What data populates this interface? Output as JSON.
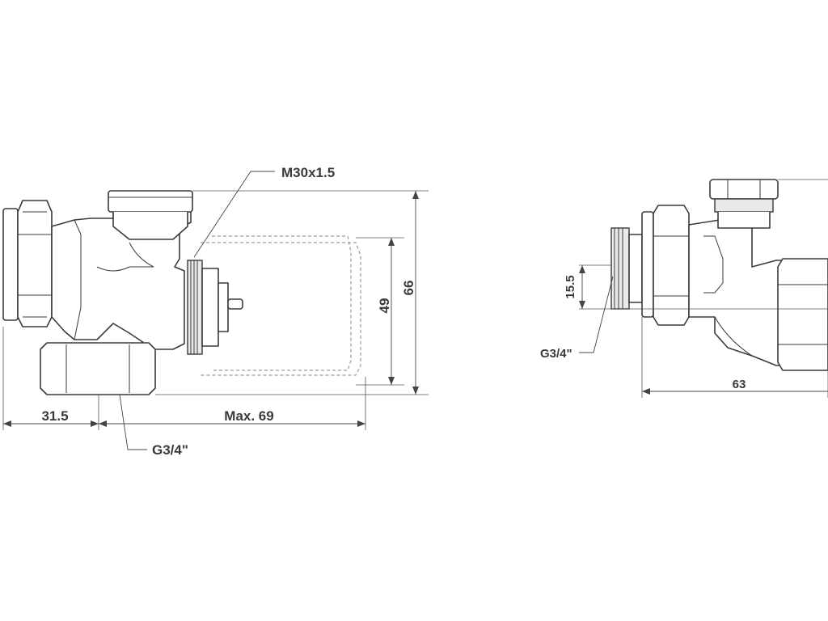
{
  "left_view": {
    "thread_label_top": "M30x1.5",
    "dim_overall_height": "66",
    "dim_actuator_height": "49",
    "dim_left_width": "31.5",
    "dim_right_width": "Max. 69",
    "thread_label_bottom": "G3/4\""
  },
  "right_view": {
    "dim_height": "15.5",
    "thread_label": "G3/4\"",
    "dim_width": "63"
  }
}
